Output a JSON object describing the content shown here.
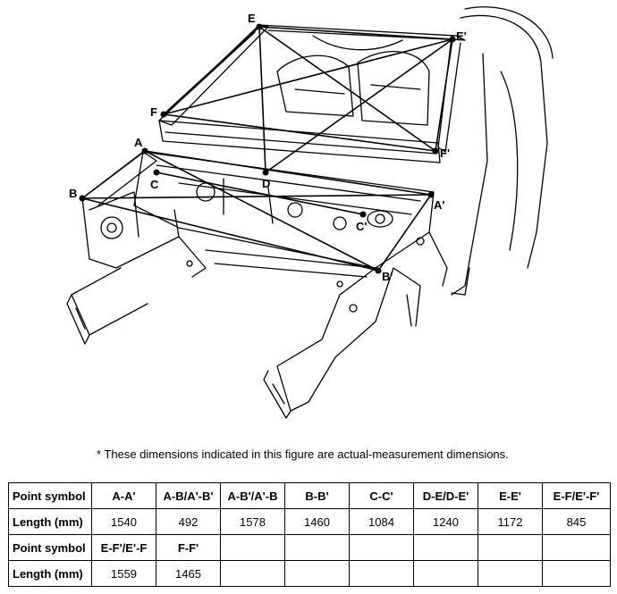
{
  "figure": {
    "labels": {
      "A": "A",
      "A_prime": "A'",
      "B": "B",
      "B_prime": "B'",
      "C": "C",
      "C_prime": "C'",
      "D": "D",
      "E": "E",
      "E_prime": "E'",
      "F": "F",
      "F_prime": "F'"
    }
  },
  "note": "* These dimensions indicated in this figure are actual-measurement dimensions.",
  "table": {
    "row1": {
      "head": "Point symbol",
      "cells": [
        "A-A'",
        "A-B/A'-B'",
        "A-B'/A'-B",
        "B-B'",
        "C-C'",
        "D-E/D-E'",
        "E-E'",
        "E-F/E'-F'"
      ]
    },
    "row2": {
      "head": "Length (mm)",
      "cells": [
        "1540",
        "492",
        "1578",
        "1460",
        "1084",
        "1240",
        "1172",
        "845"
      ]
    },
    "row3": {
      "head": "Point symbol",
      "cells": [
        "E-F'/E'-F",
        "F-F'"
      ]
    },
    "row4": {
      "head": "Length (mm)",
      "cells": [
        "1559",
        "1465"
      ]
    }
  }
}
